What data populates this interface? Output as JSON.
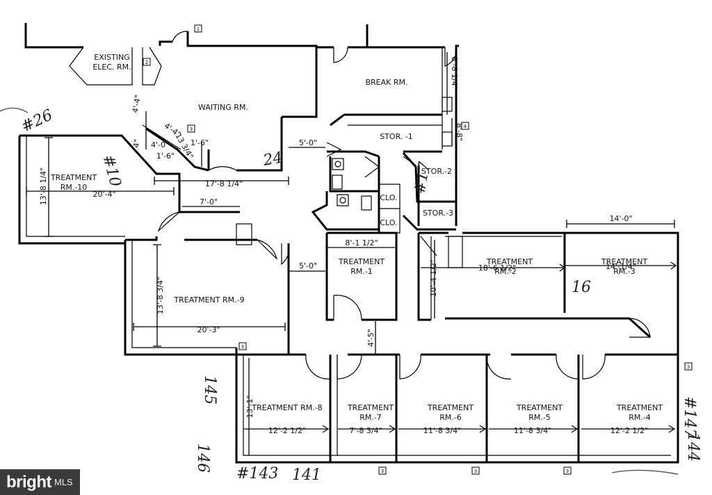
{
  "rooms": {
    "existing_elec": [
      "EXISTING",
      "ELEC. RM."
    ],
    "waiting": "WAITING RM.",
    "break": "BREAK RM.",
    "stor1": "STOR. -1",
    "stor2": "STOR.-2",
    "stor3": "STOR.-3",
    "clo1": "CLO.",
    "clo2": "CLO.",
    "treat10": [
      "TREATMENT",
      "RM.-10"
    ],
    "treat9": "TREATMENT RM.-9",
    "treat1": [
      "TREATMENT",
      "RM.-1"
    ],
    "treat2": [
      "TREATMENT",
      "RM.-2"
    ],
    "treat3": [
      "TREATMENT",
      "RM.-3"
    ],
    "treat8": "TREATMENT RM.-8",
    "treat7": [
      "TREATMENT",
      "RM.-7"
    ],
    "treat6": [
      "TREATMENT",
      "RM.-6"
    ],
    "treat5": [
      "TREATMENT",
      "RM.-5"
    ],
    "treat4": [
      "TREATMENT",
      "RM.-4"
    ]
  },
  "dimensions": {
    "d_17_8_1_4": "17'-8 1/4\"",
    "d_20_4": "20'-4\"",
    "d_13_8_3_4_a": "13'-8 1/4\"",
    "d_7_0": "7'-0\"",
    "d_5_0_top": "5'-0\"",
    "d_5_0_mid": "5'-0\"",
    "d_4_4_top": "4'-4\"",
    "d_4_4_diag": "4'-4\"",
    "d_4_0": "4'-0\"",
    "d_4_in": "4\"",
    "d_1_6_a": "1'-6\"",
    "d_1_6_b": "1'-6\"",
    "d_13_3_4": "13 3/4\"",
    "d_8_1_2": "8'-1 1/2\"",
    "d_18_6_1_2": "18'-6 1/2\"",
    "d_14_1_4": "14'-1/4\"",
    "d_14_0": "14'-0\"",
    "d_10_4_1_2": "10'-4 1/2\"",
    "d_13_8_3_4_b": "13'-8 3/4\"",
    "d_20_3": "20'-3\"",
    "d_4_5": "4'-5\"",
    "d_13_1": "13'-1\"",
    "d_12_2_1_2_a": "12'-2 1/2\"",
    "d_7_8_3_4": "7'-8 3/4\"",
    "d_11_8_3_4_a": "11'-8 3/4\"",
    "d_11_8_3_4_b": "11'-8 3/4\"",
    "d_12_2_1_2_b": "12'-2 1/2\"",
    "d_8_1_4": "8'-8 1/4\"",
    "d_8_vert": "8'-8\""
  },
  "markers": [
    "1",
    "2",
    "3",
    "3",
    "3",
    "3",
    "3",
    "3",
    "4"
  ],
  "handwritten": {
    "h26": "#26",
    "h10": "#10",
    "h24": "24",
    "h17": "#17",
    "h16": "16",
    "h146": "146",
    "h145": "145",
    "h147": "#147",
    "h144": "144",
    "h143": "#143",
    "h141": "141"
  },
  "watermark": {
    "brand": "bright",
    "suffix": "MLS"
  }
}
